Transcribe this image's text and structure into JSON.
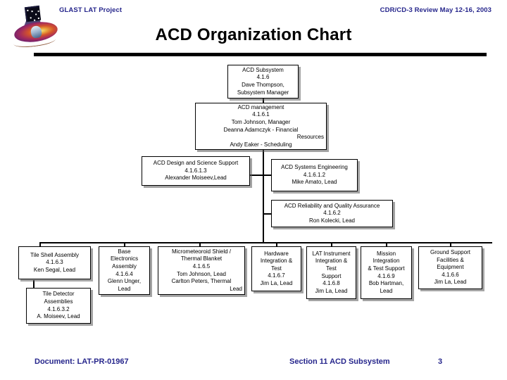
{
  "header": {
    "left": "GLAST LAT Project",
    "right": "CDR/CD-3 Review May 12-16, 2003",
    "logo_alt": "glast-mission-logo"
  },
  "title": "ACD Organization Chart",
  "footer": {
    "document_label": "Document:  LAT-PR-01967",
    "section": "Section 11 ACD Subsystem",
    "page": "3"
  },
  "colors": {
    "header_text": "#26268c",
    "title_text": "#000000",
    "rule": "#000000",
    "node_border": "#000000",
    "node_fill": "#ffffff",
    "node_shadow": "#5a5a5a"
  },
  "chart_data": {
    "type": "diagram",
    "subtype": "organization-chart",
    "title": "ACD Organization Chart",
    "nodes": [
      {
        "id": "acd-subsystem",
        "lines": [
          "ACD Subsystem",
          "4.1.6",
          "Dave Thompson,",
          "Subsystem Manager"
        ],
        "wbs": "4.1.6",
        "level": 0
      },
      {
        "id": "acd-management",
        "lines": [
          "ACD management",
          "4.1.6.1",
          "Tom Johnson, Manager",
          "Deanna Adamczyk - Financial",
          "Resources",
          "Andy Eaker - Scheduling"
        ],
        "wbs": "4.1.6.1",
        "level": 1
      },
      {
        "id": "acd-design-science-support",
        "lines": [
          "ACD Design and Science Support",
          "4.1.6.1.3",
          "Alexander Moiseev,Lead"
        ],
        "wbs": "4.1.6.1.3",
        "level": 2
      },
      {
        "id": "acd-systems-engineering",
        "lines": [
          "ACD Systems Engineering",
          "4.1.6.1.2",
          "Mike Amato, Lead"
        ],
        "wbs": "4.1.6.1.2",
        "level": 2
      },
      {
        "id": "acd-reliability-quality-assurance",
        "lines": [
          "ACD Reliability and Quality Assurance",
          "4.1.6.2",
          "Ron Kolecki, Lead"
        ],
        "wbs": "4.1.6.2",
        "level": 2
      },
      {
        "id": "tile-shell-assembly",
        "lines": [
          "Tile Shell Assembly",
          "4.1.6.3",
          "Ken Segal, Lead"
        ],
        "wbs": "4.1.6.3",
        "level": 3
      },
      {
        "id": "tile-detector-assemblies",
        "lines": [
          "Tile Detector",
          "Assemblies",
          "4.1.6.3.2",
          "A. Moiseev, Lead"
        ],
        "wbs": "4.1.6.3.2",
        "level": 4
      },
      {
        "id": "base-electronics-assembly",
        "lines": [
          "Base",
          "Electronics",
          "Assembly",
          "4.1.6.4",
          "Glenn Unger,",
          "Lead"
        ],
        "wbs": "4.1.6.4",
        "level": 3
      },
      {
        "id": "micrometeoroid-shield-thermal-blanket",
        "lines": [
          "Micrometeoroid Shield /",
          "Thermal Blanket",
          "4.1.6.5",
          "Tom Johnson, Lead",
          "Carlton Peters, Thermal",
          "Lead"
        ],
        "wbs": "4.1.6.5",
        "level": 3
      },
      {
        "id": "hardware-integration-test",
        "lines": [
          "Hardware",
          "Integration &",
          "Test",
          "4.1.6.7",
          "Jim La, Lead"
        ],
        "wbs": "4.1.6.7",
        "level": 3
      },
      {
        "id": "lat-instrument-integration-test-support",
        "lines": [
          "LAT Instrument",
          "Integration &",
          "Test",
          "Support",
          "4.1.6.8",
          "Jim La, Lead"
        ],
        "wbs": "4.1.6.8",
        "level": 3
      },
      {
        "id": "mission-integration-test-support",
        "lines": [
          "Mission",
          "Integration",
          "& Test Support",
          "4.1.6.9",
          "Bob Hartman,",
          "Lead"
        ],
        "wbs": "4.1.6.9",
        "level": 3
      },
      {
        "id": "ground-support-facilities-equipment",
        "lines": [
          "Ground Support",
          "Facilities &",
          "Equipment",
          "4.1.6.6",
          "Jim La, Lead"
        ],
        "wbs": "4.1.6.6",
        "level": 3
      }
    ],
    "edges": [
      {
        "from": "acd-subsystem",
        "to": "acd-management"
      },
      {
        "from": "acd-management",
        "to": "acd-design-science-support"
      },
      {
        "from": "acd-management",
        "to": "acd-systems-engineering"
      },
      {
        "from": "acd-management",
        "to": "acd-reliability-quality-assurance"
      },
      {
        "from": "acd-management",
        "to": "tile-shell-assembly"
      },
      {
        "from": "acd-management",
        "to": "base-electronics-assembly"
      },
      {
        "from": "acd-management",
        "to": "micrometeoroid-shield-thermal-blanket"
      },
      {
        "from": "acd-management",
        "to": "hardware-integration-test"
      },
      {
        "from": "acd-management",
        "to": "lat-instrument-integration-test-support"
      },
      {
        "from": "acd-management",
        "to": "mission-integration-test-support"
      },
      {
        "from": "acd-management",
        "to": "ground-support-facilities-equipment"
      },
      {
        "from": "tile-shell-assembly",
        "to": "tile-detector-assemblies"
      }
    ]
  }
}
